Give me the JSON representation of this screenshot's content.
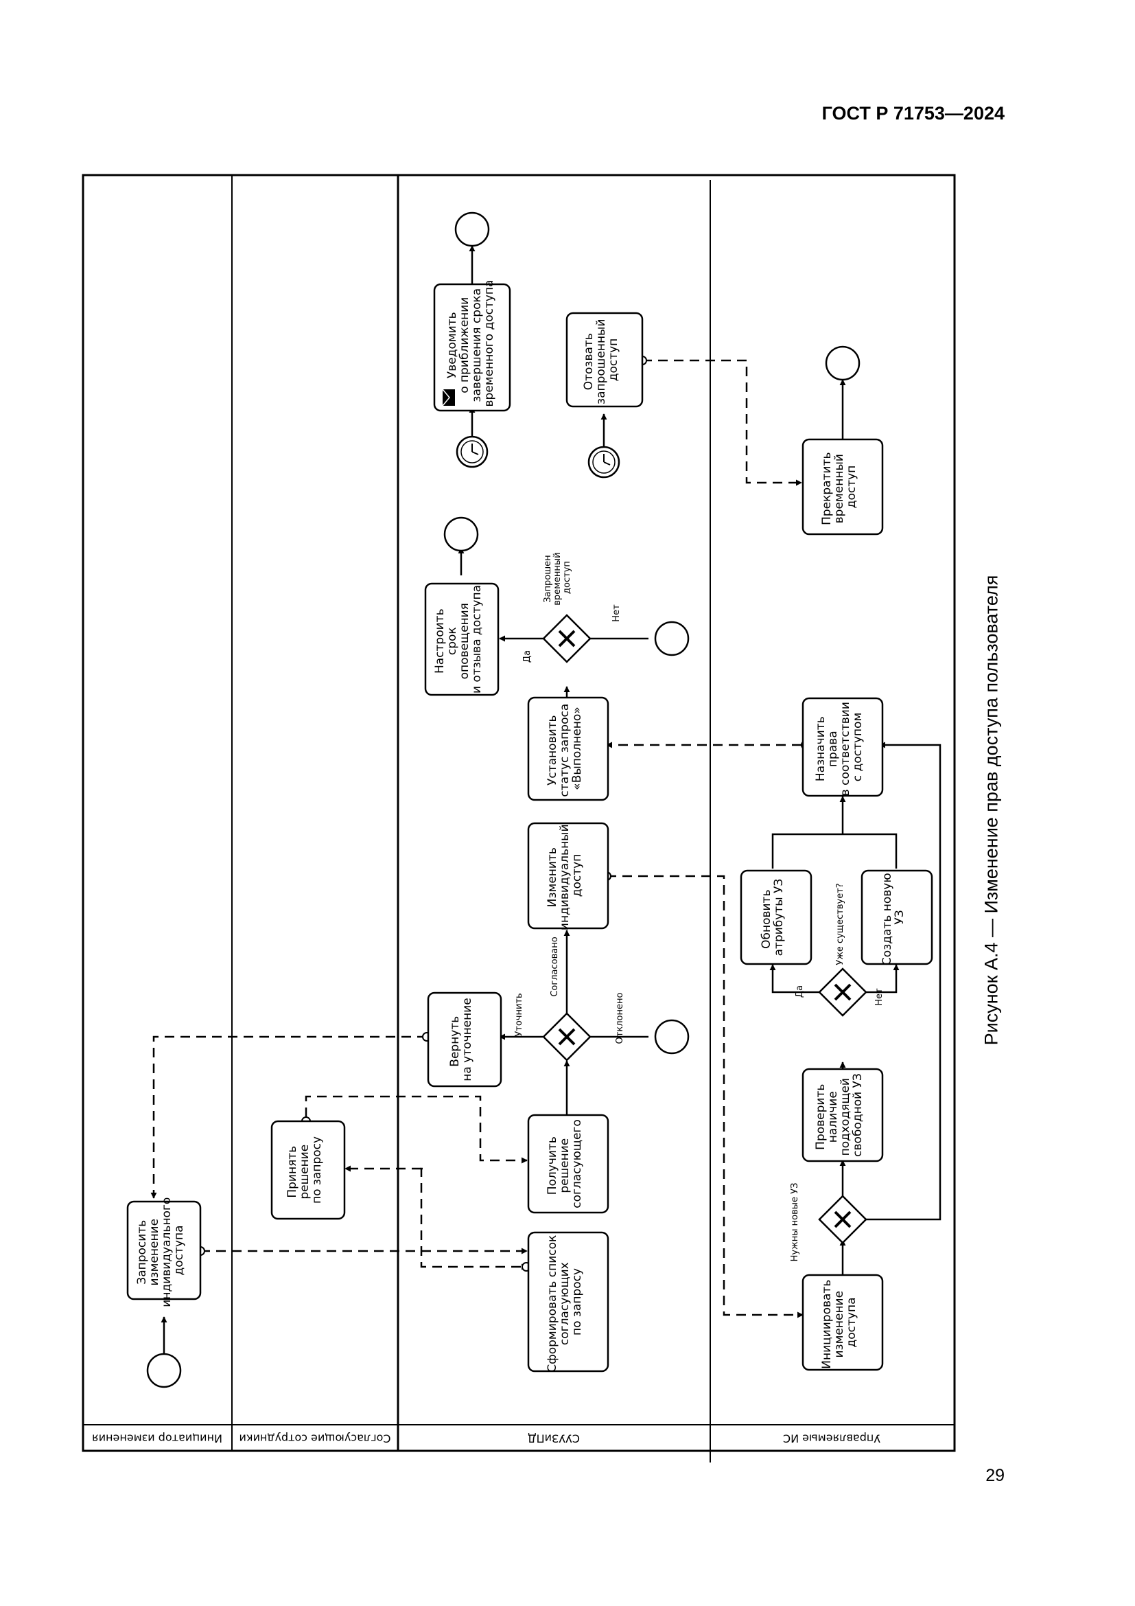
{
  "header": {
    "doc_id": "ГОСТ Р 71753—2024"
  },
  "page_number": "29",
  "caption": "Рисунок А.4 — Изменение прав доступа пользователя",
  "lanes": [
    {
      "id": "initiator",
      "label": "Инициатор изменения"
    },
    {
      "id": "approvers",
      "label": "Согласующие сотрудники"
    },
    {
      "id": "suuzipd",
      "label": "СУУЗиПД"
    },
    {
      "id": "managed",
      "label": "Управляемые ИС"
    }
  ],
  "tasks": {
    "request_change": [
      "Запросить",
      "изменение",
      "индивидуального",
      "доступа"
    ],
    "make_decision": [
      "Принять",
      "решение",
      "по запросу"
    ],
    "form_list": [
      "Сформировать список",
      "согласующих",
      "по запросу"
    ],
    "get_decision": [
      "Получить",
      "решение",
      "согласующего"
    ],
    "return_clarify": [
      "Вернуть",
      "на уточнение"
    ],
    "change_access": [
      "Изменить",
      "индивидуальный",
      "доступ"
    ],
    "set_status": [
      "Установить",
      "статус запроса",
      "«Выполнено»"
    ],
    "set_term": [
      "Настроить",
      "срок",
      "оповещения",
      "и отзыва доступа"
    ],
    "notify": [
      "Уведомить",
      "о приближении",
      "завершения срока",
      "временного доступа"
    ],
    "revoke": [
      "Отозвать",
      "запрошенный",
      "доступ"
    ],
    "initiate": [
      "Инициировать",
      "изменение",
      "доступа"
    ],
    "check_uz": [
      "Проверить",
      "наличие",
      "подходящей",
      "свободной УЗ"
    ],
    "update_attrs": [
      "Обновить",
      "атрибуты УЗ"
    ],
    "create_uz": [
      "Создать новую",
      "УЗ"
    ],
    "assign_rights": [
      "Назначить",
      "права",
      "в соответствии",
      "с доступом"
    ],
    "stop_temp": [
      "Прекратить",
      "временный",
      "доступ"
    ]
  },
  "labels": {
    "clarify": "Уточнить",
    "approved": "Согласовано",
    "rejected": "Отклонено",
    "yes_temp": "Да",
    "temp_requested": [
      "Запрошен",
      "временный",
      "доступ"
    ],
    "no_temp": "Нет",
    "need_new_uz": "Нужны новые УЗ",
    "yes_exists": "Да",
    "already_exists": "Уже существует?",
    "no_exists": "Нет"
  }
}
